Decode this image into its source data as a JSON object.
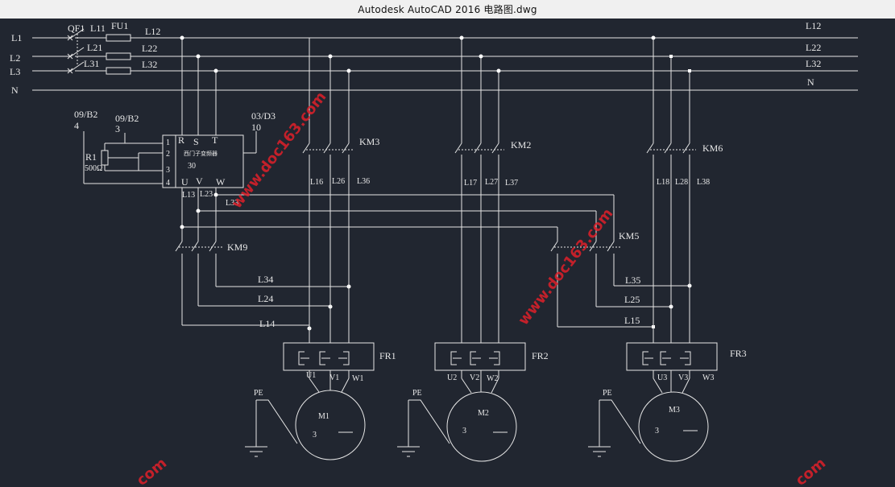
{
  "window": {
    "title": "Autodesk AutoCAD 2016     电路图.dwg"
  },
  "supply": {
    "l1": "L1",
    "l2": "L2",
    "l3": "L3",
    "n": "N",
    "qf1": "QF1",
    "l11": "L11",
    "fu1": "FU1",
    "l21": "L21",
    "l31": "L31",
    "l12": "L12",
    "l22": "L22",
    "l32": "L32",
    "r_l12": "L12",
    "r_l22": "L22",
    "r_l32": "L32",
    "r_n": "N"
  },
  "inverter": {
    "ref_a": "09/B2",
    "ref_a_num": "4",
    "ref_b": "09/B2",
    "ref_b_num": "3",
    "ref_c": "03/D3",
    "ref_c_num": "10",
    "r1": "R1",
    "r1_value": "500Ω",
    "pin1": "1",
    "pin2": "2",
    "pin3": "3",
    "pin4": "4",
    "r": "R",
    "s": "S",
    "t": "T",
    "u": "U",
    "v": "V",
    "wpin": "W",
    "name": "西门子变频器",
    "value": "30",
    "l13": "L13",
    "l23": "L23",
    "l33": "L33"
  },
  "contactors": {
    "km3": "KM3",
    "km2": "KM2",
    "km6": "KM6",
    "km9": "KM9",
    "km5": "KM5"
  },
  "wires": {
    "l16": "L16",
    "l26": "L26",
    "l36": "L36",
    "l17": "L17",
    "l27": "L27",
    "l37": "L37",
    "l18": "L18",
    "l28": "L28",
    "l38": "L38",
    "l34": "L34",
    "l24": "L24",
    "l14": "L14",
    "l35": "L35",
    "l25": "L25",
    "l15": "L15"
  },
  "relays": {
    "fr1": "FR1",
    "fr2": "FR2",
    "fr3": "FR3"
  },
  "motors": [
    {
      "u": "U1",
      "v": "V1",
      "w": "W1",
      "name": "M1",
      "phase": "3",
      "pe": "PE"
    },
    {
      "u": "U2",
      "v": "V2",
      "w": "W2",
      "name": "M2",
      "phase": "3",
      "pe": "PE"
    },
    {
      "u": "U3",
      "v": "V3",
      "w": "W3",
      "name": "M3",
      "phase": "3",
      "pe": "PE"
    }
  ],
  "watermark": {
    "text": "www.doc163.com",
    "short": "com"
  }
}
